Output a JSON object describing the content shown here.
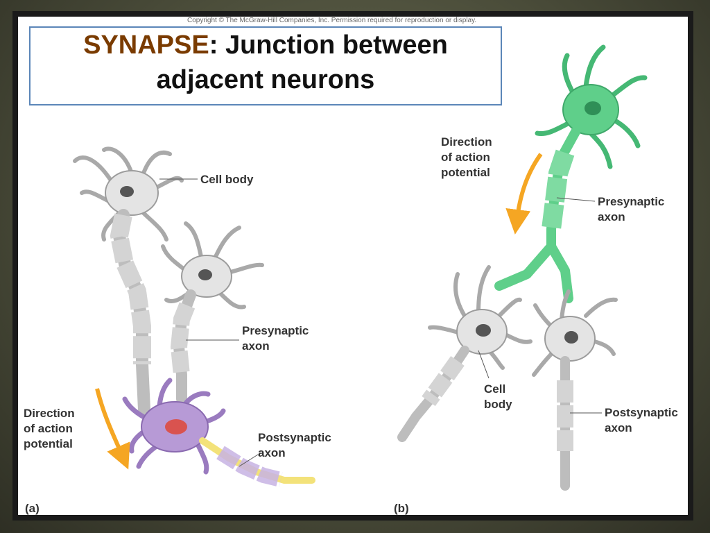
{
  "copyright": "Copyright © The McGraw-Hill Companies, Inc. Permission required for reproduction or display.",
  "title": {
    "term": "SYNAPSE",
    "rest_line1": ": Junction between",
    "line2": "adjacent neurons"
  },
  "panel_a": {
    "tag": "(a)",
    "cell_body": "Cell body",
    "presynaptic": [
      "Presynaptic",
      "axon"
    ],
    "postsynaptic": [
      "Postsynaptic",
      "axon"
    ],
    "direction": [
      "Direction",
      "of action",
      "potential"
    ]
  },
  "panel_b": {
    "tag": "(b)",
    "cell_body": [
      "Cell",
      "body"
    ],
    "presynaptic": [
      "Presynaptic",
      "axon"
    ],
    "postsynaptic": [
      "Postsynaptic",
      "axon"
    ],
    "direction": [
      "Direction",
      "of action",
      "potential"
    ]
  },
  "colors": {
    "gray_neuron": "#e4e4e4",
    "green_neuron": "#5fcf8a",
    "purple_neuron": "#b79ad6",
    "yellow_axon": "#f3e27a",
    "nucleus_red": "#d9534f",
    "arrow": "#f5a623",
    "title_term": "#7a3b00",
    "box_border": "#5b86b8"
  }
}
